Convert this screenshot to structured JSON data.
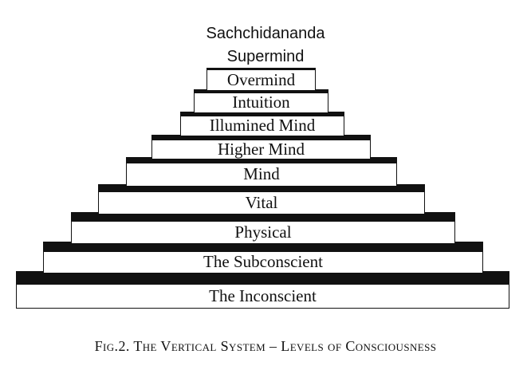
{
  "diagram": {
    "top_labels": [
      "Sachchidananda",
      "Supermind"
    ],
    "levels": [
      "Overmind",
      "Intuition",
      "Illumined Mind",
      "Higher Mind",
      "Mind",
      "Vital",
      "Physical",
      "The Subconscient",
      "The Inconscient"
    ]
  },
  "caption": "Fig.2.  The Vertical System – Levels of Consciousness",
  "colors": {
    "ink": "#111111",
    "paper": "#ffffff"
  }
}
